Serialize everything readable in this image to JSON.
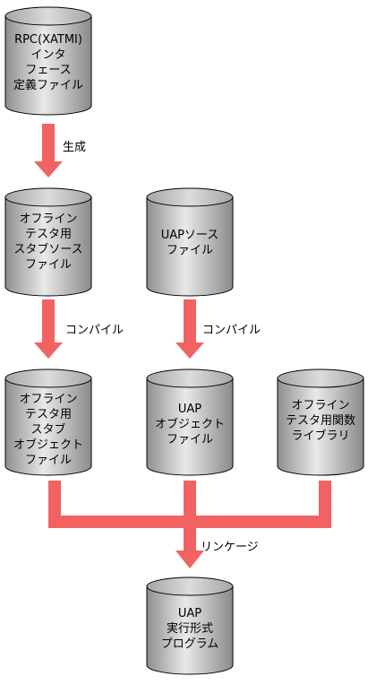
{
  "colors": {
    "arrow": "#f26262",
    "cylinder_light": "#e8e8e8",
    "cylinder_dark": "#9a9a9a",
    "outline": "#000000"
  },
  "nodes": {
    "idl_file": "RPC(XATMI)\nインタ\nフェース\n定義ファイル",
    "stub_source": "オフライン\nテスタ用\nスタブソース\nファイル",
    "uap_source": "UAPソース\nファイル",
    "stub_object": "オフライン\nテスタ用\nスタブ\nオブジェクト\nファイル",
    "uap_object": "UAP\nオブジェクト\nファイル",
    "func_library": "オフライン\nテスタ用関数\nライブラリ",
    "executable": "UAP\n実行形式\nプログラム"
  },
  "labels": {
    "generate": "生成",
    "compile_left": "コンパイル",
    "compile_right": "コンパイル",
    "link": "リンケージ"
  }
}
